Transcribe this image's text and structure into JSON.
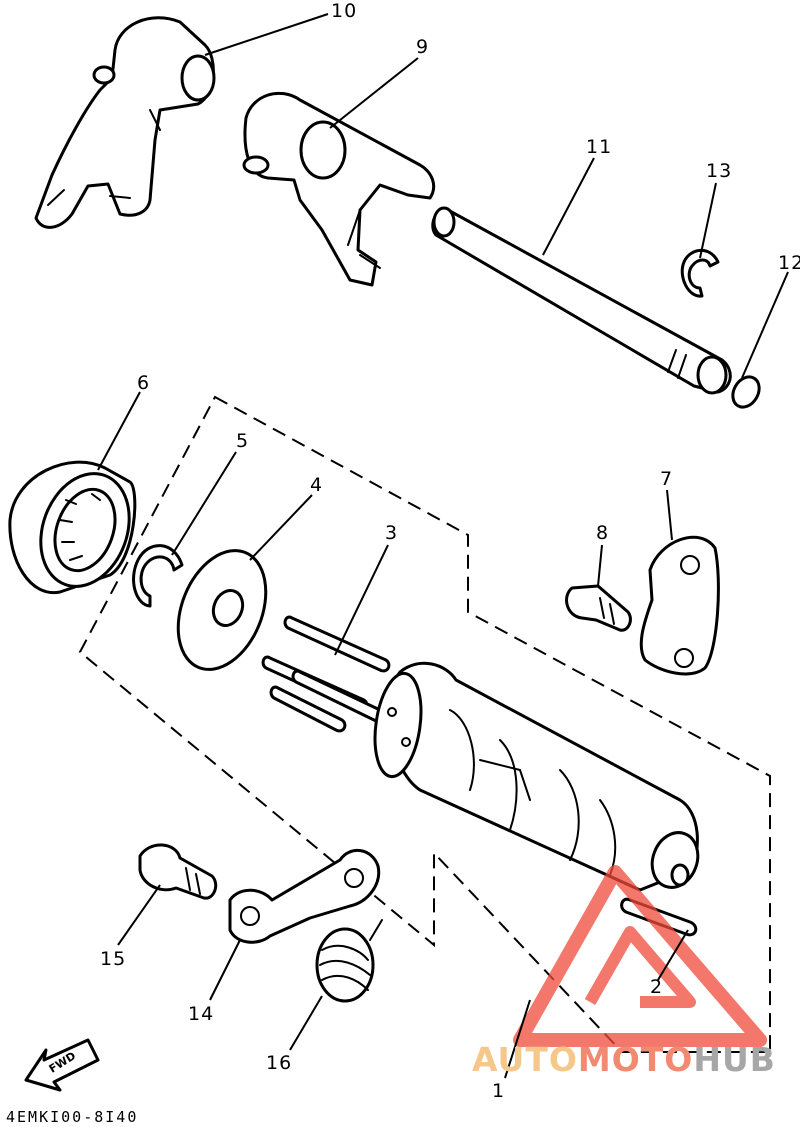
{
  "labels": [
    {
      "id": "10",
      "text": "10"
    },
    {
      "id": "9",
      "text": "9"
    },
    {
      "id": "11",
      "text": "11"
    },
    {
      "id": "13",
      "text": "13"
    },
    {
      "id": "12",
      "text": "12"
    },
    {
      "id": "6",
      "text": "6"
    },
    {
      "id": "5",
      "text": "5"
    },
    {
      "id": "4",
      "text": "4"
    },
    {
      "id": "3",
      "text": "3"
    },
    {
      "id": "7",
      "text": "7"
    },
    {
      "id": "8",
      "text": "8"
    },
    {
      "id": "15",
      "text": "15"
    },
    {
      "id": "14",
      "text": "14"
    },
    {
      "id": "16",
      "text": "16"
    },
    {
      "id": "2",
      "text": "2"
    },
    {
      "id": "1",
      "text": "1"
    }
  ],
  "diagram_code": "4EMKI00-8I40",
  "fwd_label": "FWD",
  "watermark": {
    "part1": "AUTO",
    "part2": "MOTO",
    "part3": "HUB"
  },
  "colors": {
    "line": "#000000",
    "watermark_red": "#f04a3a",
    "watermark_orange": "#f6c78a",
    "watermark_gray": "#a7a7a7"
  }
}
